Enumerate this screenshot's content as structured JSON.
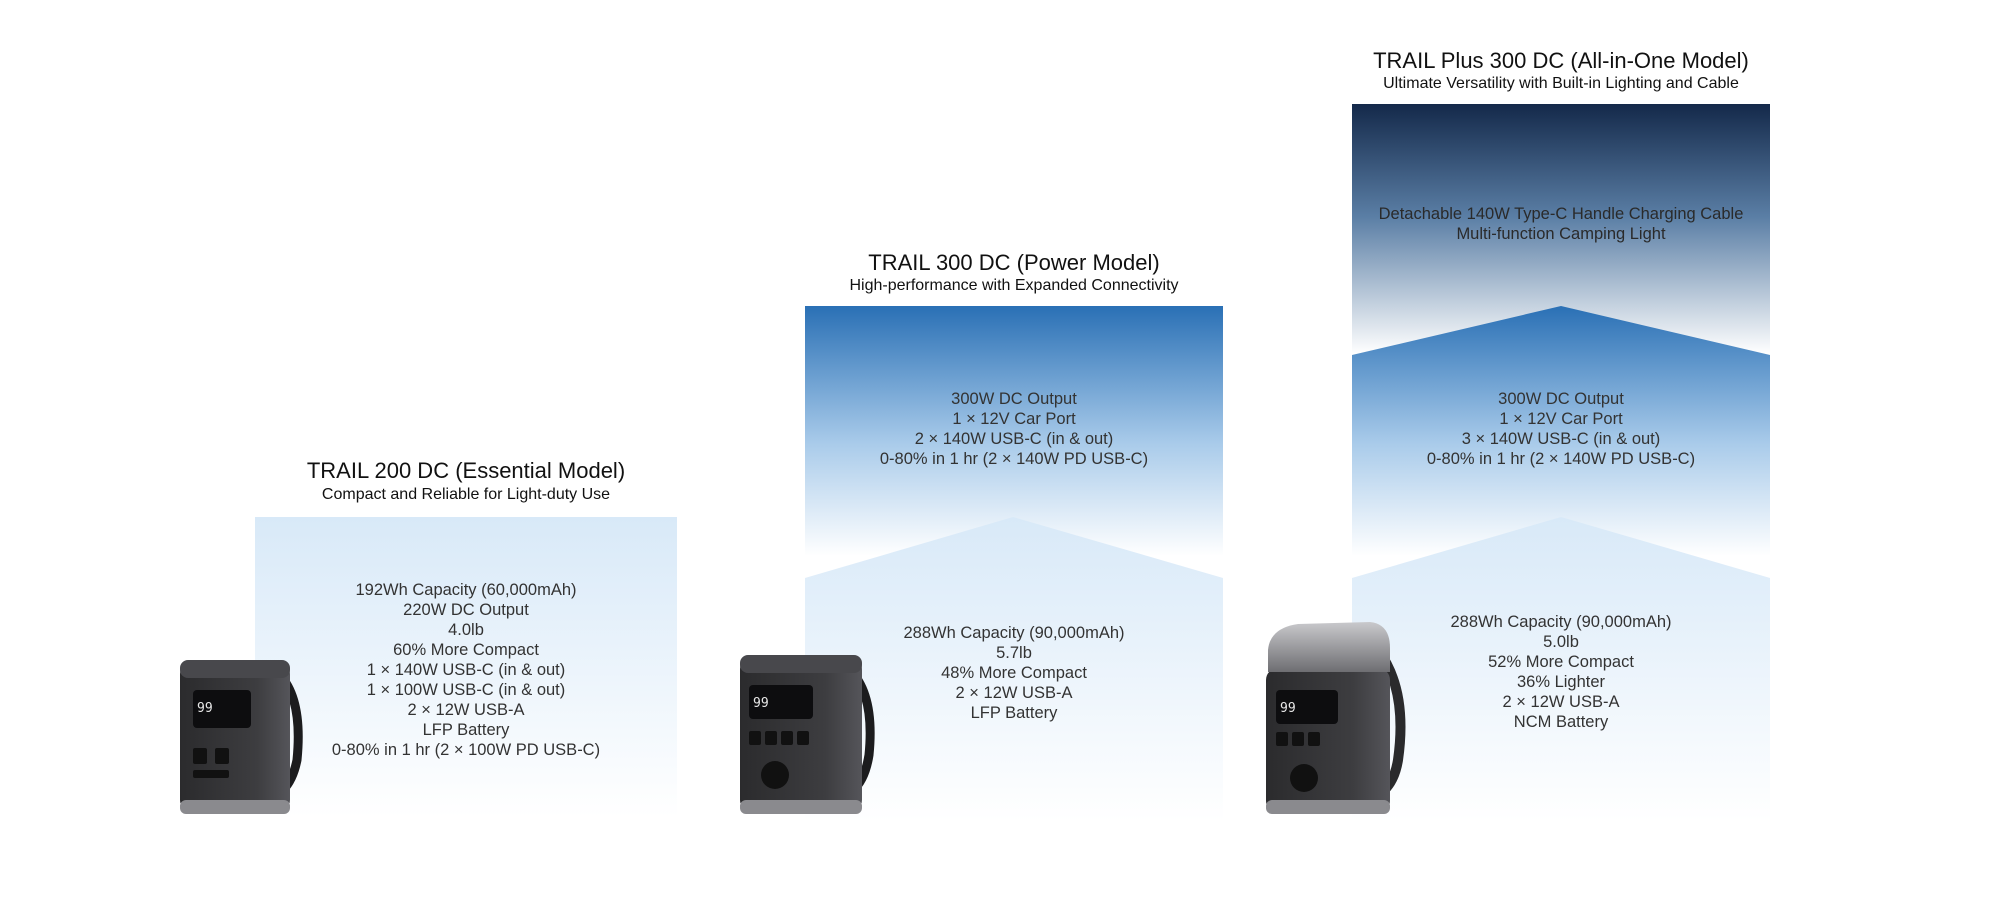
{
  "colors": {
    "light_blue": "#d8e9f8",
    "mid_blue": "#2a70b5",
    "dark_navy": "#14294a",
    "device_body": "#3a3a3c",
    "device_base": "#8a8a8e"
  },
  "models": [
    {
      "name": "TRAIL 200 DC (Essential Model)",
      "tagline": "Compact and Reliable for Light-duty Use",
      "specs": [
        "192Wh Capacity (60,000mAh)",
        "220W DC Output",
        "4.0lb",
        "60% More Compact",
        "1 × 140W USB-C (in & out)",
        "1 × 100W USB-C (in & out)",
        "2 × 12W USB-A",
        "LFP Battery",
        "0-80% in 1 hr (2 × 100W PD USB-C)"
      ],
      "device_display": "99",
      "image_icon": "power-station-compact-icon"
    },
    {
      "name": "TRAIL 300 DC (Power Model)",
      "tagline": "High-performance with Expanded Connectivity",
      "upper_specs": [
        "300W DC Output",
        "1 × 12V Car Port",
        "2 × 140W USB-C (in & out)",
        "0-80% in 1 hr (2 × 140W PD USB-C)"
      ],
      "lower_specs": [
        "288Wh Capacity  (90,000mAh)",
        "5.7lb",
        "48% More Compact",
        "2 × 12W USB-A",
        "LFP Battery"
      ],
      "device_display": "99",
      "image_icon": "power-station-power-icon"
    },
    {
      "name": "TRAIL Plus 300 DC (All-in-One Model)",
      "tagline": "Ultimate Versatility with Built-in Lighting and Cable",
      "top_specs": [
        "Detachable 140W Type-C Handle Charging Cable",
        "Multi-function Camping Light"
      ],
      "upper_specs": [
        "300W DC Output",
        "1 × 12V Car Port",
        "3 × 140W USB-C (in & out)",
        "0-80% in 1 hr (2 × 140W PD USB-C)"
      ],
      "lower_specs": [
        "288Wh Capacity (90,000mAh)",
        "5.0lb",
        "52% More Compact",
        "36% Lighter",
        "2 × 12W USB-A",
        "NCM Battery"
      ],
      "device_display": "99",
      "image_icon": "power-station-plus-with-light-icon"
    }
  ]
}
